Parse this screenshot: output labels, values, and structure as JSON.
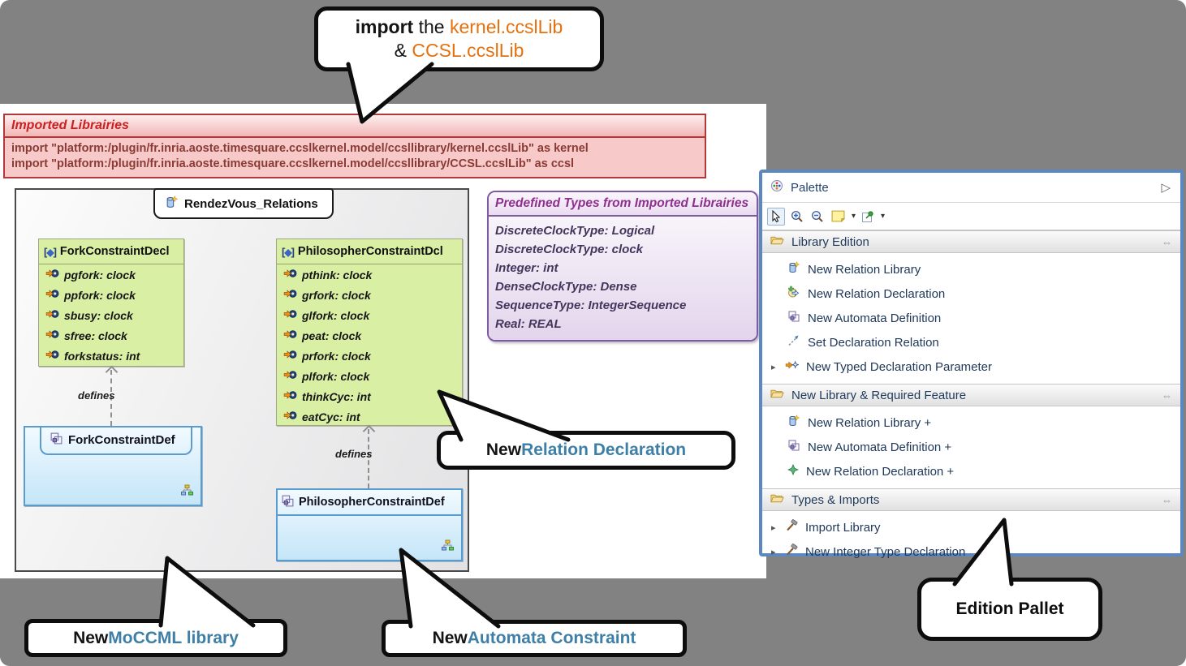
{
  "colors": {
    "accent_orange": "#e5710e",
    "callout_blue": "#3d7fa6",
    "palette_border_blue": "#5c88bf",
    "decl_green": "#d9efa4",
    "def_blue": "#d8eefb",
    "banner_red": "#cc1f1f"
  },
  "icons": {
    "collapse_arrow": "▷",
    "pin": "⇔",
    "expander": "▸",
    "caret": "▾",
    "bracket_open": "[",
    "bracket_close": "]",
    "diamond": "◆"
  },
  "callouts": {
    "import_note": {
      "bold": "import",
      "mid": " the ",
      "lib1": "kernel.ccslLib",
      "amp": "& ",
      "lib2": "CCSL.ccslLib"
    },
    "relation_declaration": {
      "prefix": "New ",
      "highlight": "Relation Declaration"
    },
    "moccml": {
      "prefix": "New ",
      "highlight": "MoCCML library"
    },
    "automata": {
      "prefix": "New ",
      "highlight": "Automata Constraint"
    },
    "edition_pallet": {
      "label": "Edition Pallet"
    }
  },
  "imported_libraries": {
    "title": "Imported Librairies",
    "lines": [
      "import \"platform:/plugin/fr.inria.aoste.timesquare.ccslkernel.model/ccsllibrary/kernel.ccslLib\" as kernel",
      "import \"platform:/plugin/fr.inria.aoste.timesquare.ccslkernel.model/ccsllibrary/CCSL.ccslLib\" as ccsl"
    ]
  },
  "diagram": {
    "tab_title": "RendezVous_Relations",
    "edge_label": "defines",
    "fork_decl": {
      "title": "ForkConstraintDecl",
      "attributes": [
        "pgfork: clock",
        "ppfork: clock",
        "sbusy: clock",
        "sfree: clock",
        "forkstatus: int"
      ]
    },
    "philosopher_decl": {
      "title": "PhilosopherConstraintDcl",
      "attributes": [
        "pthink: clock",
        "grfork: clock",
        "glfork: clock",
        "peat: clock",
        "prfork: clock",
        "plfork: clock",
        "thinkCyc: int",
        "eatCyc: int"
      ]
    },
    "fork_def": {
      "title": "ForkConstraintDef"
    },
    "philosopher_def": {
      "title": "PhilosopherConstraintDef"
    }
  },
  "predefined_types": {
    "title": "Predefined Types from Imported Librairies",
    "entries": [
      "DiscreteClockType: Logical",
      "DiscreteClockType: clock",
      "Integer: int",
      "DenseClockType: Dense",
      "SequenceType: IntegerSequence",
      "Real: REAL"
    ]
  },
  "palette": {
    "title": "Palette",
    "sections": [
      {
        "label": "Library Edition",
        "items": [
          {
            "label": "New Relation Library"
          },
          {
            "label": "New Relation Declaration"
          },
          {
            "label": "New Automata Definition"
          },
          {
            "label": "Set Declaration Relation"
          },
          {
            "label": "New Typed Declaration Parameter"
          }
        ]
      },
      {
        "label": "New Library & Required Feature",
        "items": [
          {
            "label": "New Relation Library +"
          },
          {
            "label": "New Automata Definition +"
          },
          {
            "label": "New Relation Declaration +"
          }
        ]
      },
      {
        "label": "Types & Imports",
        "items": [
          {
            "label": "Import Library"
          },
          {
            "label": "New Integer Type Declaration"
          }
        ]
      }
    ]
  }
}
